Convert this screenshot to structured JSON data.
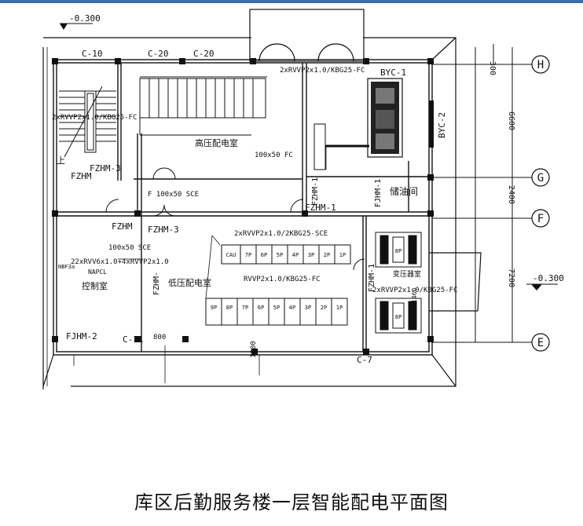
{
  "title": "库区后勤服务楼一层智能配电平面图",
  "elevations": {
    "top_left": "-0.300",
    "right": "-0.300"
  },
  "axes": [
    {
      "id": "H",
      "label": "H"
    },
    {
      "id": "G",
      "label": "G"
    },
    {
      "id": "F",
      "label": "F"
    },
    {
      "id": "E",
      "label": "E"
    }
  ],
  "dimensions": {
    "d300": "300",
    "d6600": "6600",
    "d2400": "2400",
    "d7200": "7200",
    "d1200": "1200",
    "d800": "800",
    "d1460": "1460"
  },
  "rooms": {
    "high_voltage": "高压配电室",
    "low_voltage": "低压配电室",
    "control": "控制室",
    "oil_storage": "储油间",
    "transformer": "变压器室"
  },
  "columns": {
    "c10": "C-10",
    "c20a": "C-20",
    "c20b": "C-20",
    "c11": "C-11",
    "c7": "C-7"
  },
  "doors": {
    "fzhm3a": "FZHM-3",
    "fzhm_a": "FZHM",
    "fzhm_b": "FZHM",
    "fzhm3b": "FZHM-3",
    "fzhm1a": "FZHM-1",
    "fzhm1b": "FZHM-1",
    "fzhm_v": "FZHM-1",
    "fjhm1": "FJHM-1",
    "fjhm2": "FJHM-2",
    "fzhm_ctrl": "FZHM-"
  },
  "equipment": {
    "byc1": "BYC-1",
    "byc2": "BYC-2",
    "up": "上"
  },
  "cables": {
    "c1": "2xRVVP2x1.0/KBG25-FC",
    "c2": "2xRVVP2x1.0/KBG25-FC",
    "c3": "100x50 FC",
    "c4": "F 100x50 SCE",
    "c5": "100x50 SCE",
    "c6": "2xRVVP2x1.0/2KBG25-SCE",
    "c7": "22xRVV6x1.0+4xRVVP2x1.0",
    "c8": "RVVP2x1.0/KBG25-FC",
    "c9": "2xRVVP2x1.0/KBG25-FC",
    "c10": "NAPCL",
    "c11": "NBF3a"
  },
  "lv_top_panels": [
    "CAU",
    "7P",
    "6P",
    "5P",
    "4P",
    "3P",
    "2P",
    "1P"
  ],
  "lv_bottom_panels": [
    "9P",
    "8P",
    "7P",
    "6P",
    "5P",
    "4P",
    "3P",
    "2P",
    "1P"
  ],
  "transformer_labels": [
    "8P",
    "8P"
  ]
}
